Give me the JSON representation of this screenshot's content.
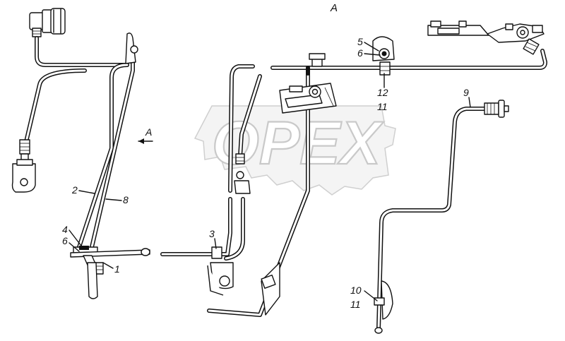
{
  "view_label": "A",
  "view_arrow_label": "A",
  "watermark": "OPEX",
  "callouts": {
    "c2": "2",
    "c8": "8",
    "c4": "4",
    "c6_left": "6",
    "c1": "1",
    "c3": "3",
    "c5": "5",
    "c6_top": "6",
    "c12": "12",
    "c11_top": "11",
    "c9": "9",
    "c10": "10",
    "c11_bottom": "11"
  }
}
